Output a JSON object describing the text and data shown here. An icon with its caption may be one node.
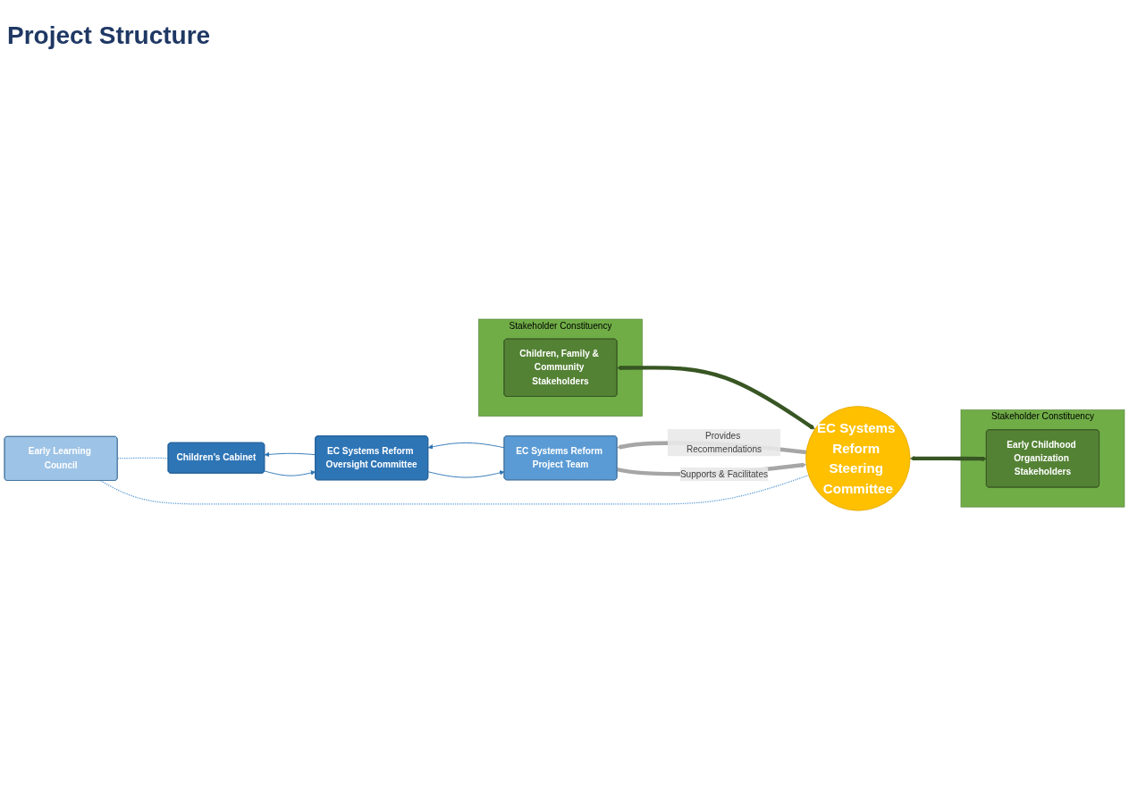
{
  "diagram": {
    "title": "Project Structure",
    "nodes": [
      {
        "text": [
          "Stakeholder Constituency"
        ]
      },
      {
        "text": [
          "Early Childhood Organization Stakeholders"
        ],
        "in": 0
      },
      {
        "text": [
          "Children’s Cabinet"
        ]
      },
      {
        "text": [
          "EC Systems Reform Oversight Committee"
        ]
      },
      {
        "text": [
          "EC Systems Reform Project Team"
        ]
      },
      {
        "text": [
          "EC Systems Reform Steering Committee"
        ]
      },
      {
        "text": [
          "Early Learning Council"
        ]
      },
      {
        "text": [
          "Stakeholder Constituency"
        ]
      },
      {
        "text": [
          "Children, Family & Community Stakeholders"
        ],
        "in": 7
      }
    ],
    "edges": [
      {
        "from": 2,
        "to": 3,
        "arrow": "to"
      },
      {
        "from": 3,
        "to": 2,
        "arrow": "to"
      },
      {
        "from": 3,
        "to": 4,
        "arrow": "to"
      },
      {
        "from": 4,
        "to": 3,
        "arrow": "to"
      },
      {
        "from": 4,
        "to": 5,
        "arrow": "to",
        "label": "Supports & Facilitates",
        "style": "thick",
        "color": "#a6a6a6"
      },
      {
        "from": 5,
        "to": 4,
        "arrow": "to",
        "label": "Provides Recommendations",
        "style": "thick",
        "color": "#a6a6a6"
      },
      {
        "from": 1,
        "to": 5,
        "arrow": "both",
        "style": "thick",
        "color": "#375623"
      },
      {
        "from": 5,
        "to": 8,
        "arrow": "both",
        "style": "thick",
        "color": "#375623"
      },
      {
        "from": 2,
        "to": 6,
        "arrow": "none",
        "style": "dashed",
        "color": "#5b9bd5"
      },
      {
        "from": 6,
        "to": 5,
        "arrow": "none",
        "style": "dashed",
        "color": "#5b9bd5"
      }
    ]
  }
}
